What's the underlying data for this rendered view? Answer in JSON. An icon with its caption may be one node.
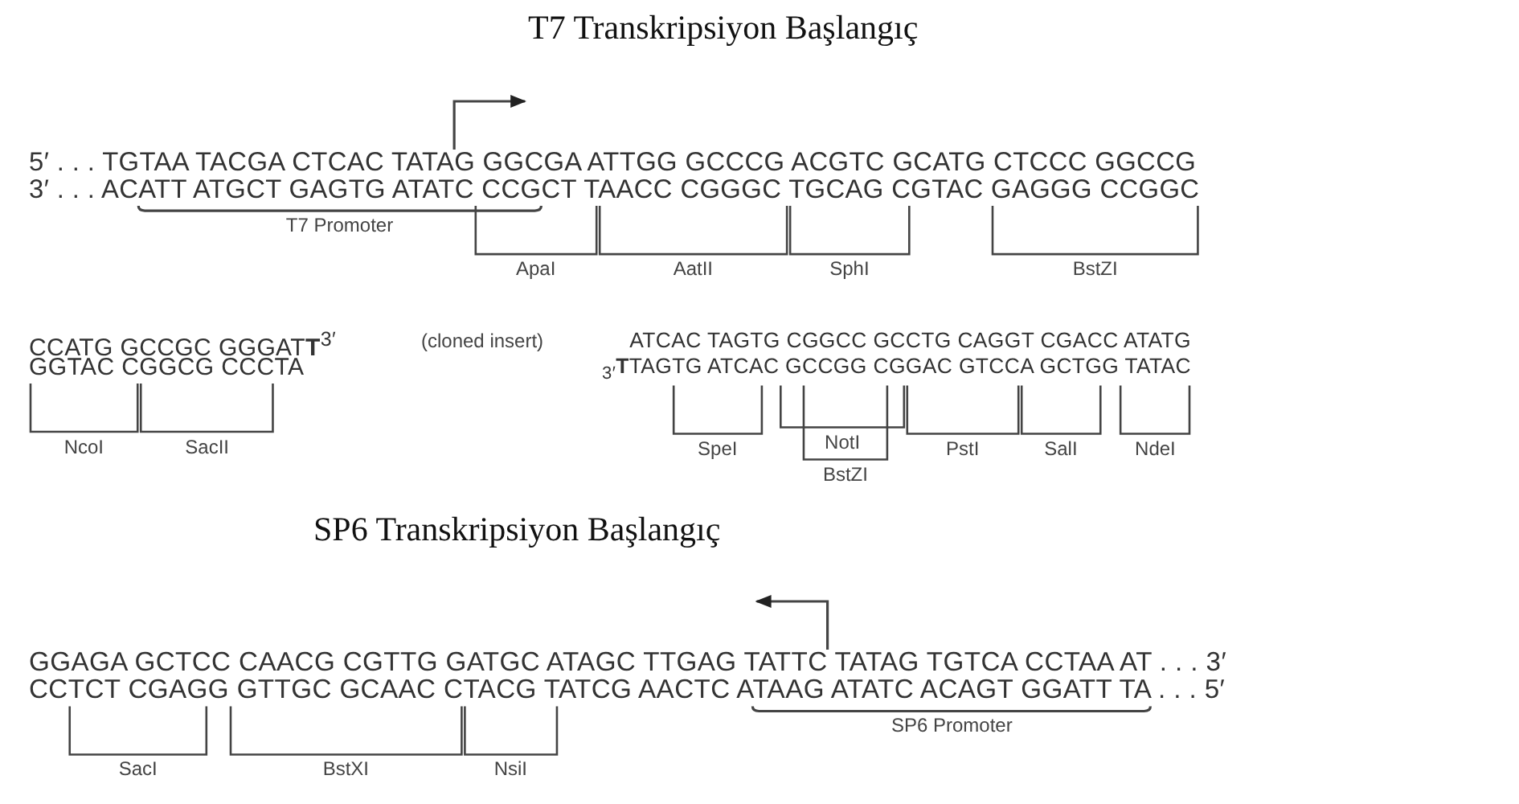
{
  "diagram": {
    "labels": [
      "T7 Transkripsiyon Başlangıç",
      "5′ . . . TGTAA TACGA CTCAC TATAG GGCGA ATTGG GCCCG ACGTC GCATG CTCCC GGCCG",
      "3′ . . . ACATT ATGCT GAGTG ATATC CCGCT TAACC CGGGC TGCAG CGTAC GAGGG CCGGC",
      "T7 Promoter",
      "ApaI",
      "AatII",
      "SphI",
      "BstZI",
      "CCATG GCCGC GGGAT**T**$^{3′}$",
      "(cloned insert)",
      "ATCAC TAGTG CGGCC GCCTG CAGGT CGACC ATATG",
      "GGTAC CGGCG CCCTA",
      "$_{3′}$**T**TAGTG ATCAC GCCGG CGGAC GTCCA GCTGG TATAC",
      "NcoI",
      "SacII",
      "SpeI",
      "NotI",
      "PstI",
      "SalI",
      "NdeI",
      "BstZI",
      "SP6 Transkripsiyon Başlangıç",
      "GGAGA GCTCC CAACG CGTTG GATGC ATAGC TTGAG TATTC TATAG TGTCA CCTAA AT . . . 3′",
      "CCTCT CGAGG GTTGC GCAAC CTACG TATCG AACTC ATAAG ATATC ACAGT GGATT TA . . . 5′",
      "SacI",
      "BstXI",
      "NsiI",
      "SP6 Promoter"
    ]
  }
}
